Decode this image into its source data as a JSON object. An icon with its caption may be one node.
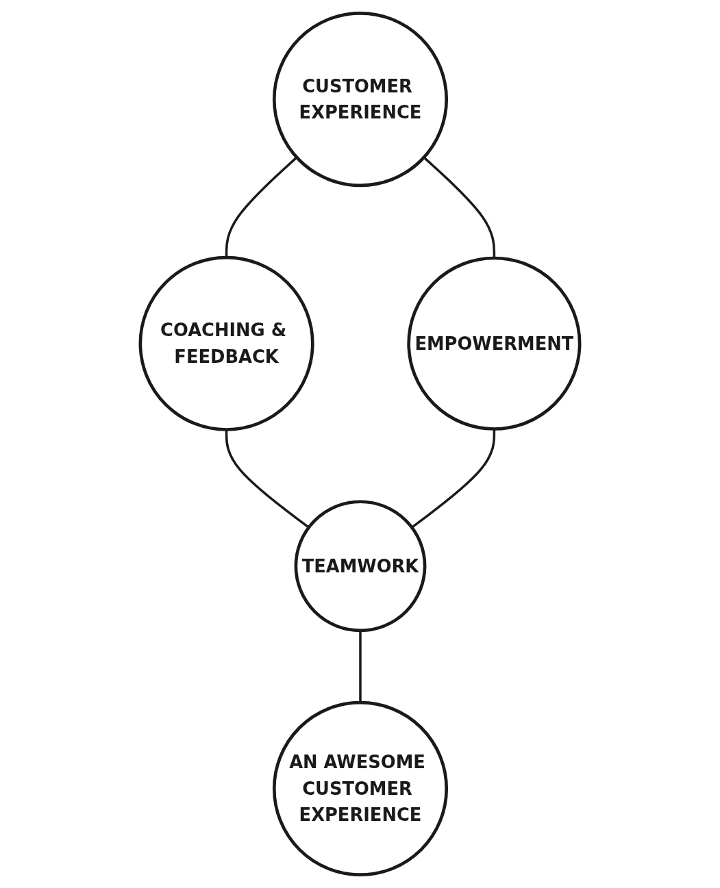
{
  "diagram": {
    "nodes": [
      {
        "text": [
          "CUSTOMER EXPERIENCE"
        ]
      },
      {
        "text": [
          "COACHING & FEEDBACK"
        ]
      },
      {
        "text": [
          "EMPOWERMENT"
        ]
      },
      {
        "text": [
          "TEAMWORK"
        ]
      },
      {
        "text": [
          "AN AWESOME CUSTOMER EXPERIENCE"
        ]
      }
    ],
    "edges": [
      {
        "from": 0,
        "to": 1,
        "arrow": "none"
      },
      {
        "from": 0,
        "to": 2,
        "arrow": "none"
      },
      {
        "from": 1,
        "to": 3,
        "arrow": "none"
      },
      {
        "from": 2,
        "to": 3,
        "arrow": "none"
      },
      {
        "from": 3,
        "to": 4,
        "arrow": "none"
      }
    ]
  }
}
